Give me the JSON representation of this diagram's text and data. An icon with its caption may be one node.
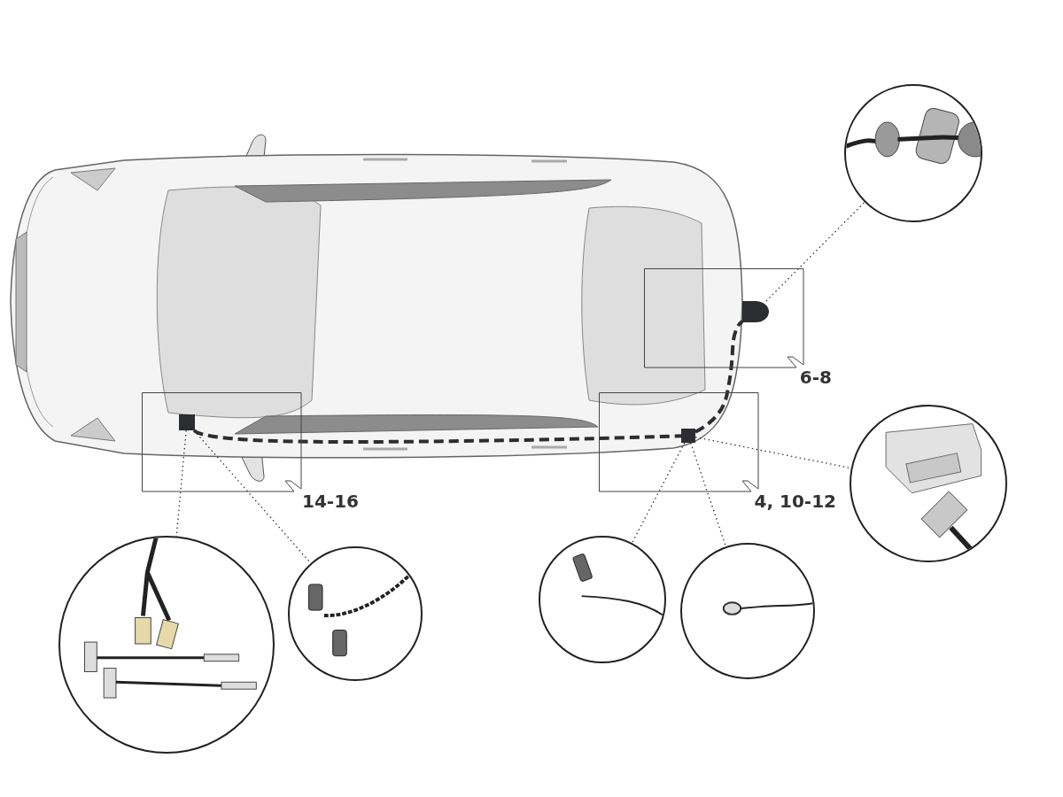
{
  "diagram": {
    "nodes": [
      {
        "text": [
          "6-8"
        ]
      },
      {
        "text": [
          "4, 10-12"
        ]
      },
      {
        "text": [
          "14-16"
        ]
      },
      {
        "text": [],
        "shape": "box",
        "in": 0
      },
      {
        "text": [],
        "shape": "box",
        "in": 1
      },
      {
        "text": [],
        "shape": "box",
        "in": 2
      },
      {
        "text": [],
        "shape": "picture"
      },
      {
        "text": [],
        "shape": "picture"
      },
      {
        "text": [],
        "shape": "picture"
      },
      {
        "text": [],
        "shape": "picture"
      },
      {
        "text": [],
        "shape": "picture"
      },
      {
        "text": [],
        "shape": "picture"
      }
    ],
    "edges": [
      {
        "from": 5,
        "to": 4,
        "arrow": "none",
        "style": "dashed"
      },
      {
        "from": 4,
        "to": 3,
        "arrow": "none",
        "style": "dashed"
      },
      {
        "from": 3,
        "to": 6,
        "arrow": "none"
      },
      {
        "from": 4,
        "to": 7,
        "arrow": "none"
      },
      {
        "from": 4,
        "to": 8,
        "arrow": "none"
      },
      {
        "from": 4,
        "to": 9,
        "arrow": "none"
      },
      {
        "from": 5,
        "to": 10,
        "arrow": "none"
      },
      {
        "from": 5,
        "to": 11,
        "arrow": "none"
      }
    ]
  }
}
